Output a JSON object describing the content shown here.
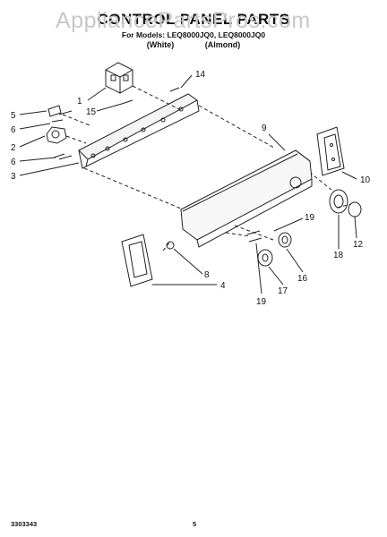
{
  "watermark": "AppliancePartsPros.com",
  "header": {
    "title": "CONTROL PANEL PARTS",
    "models": "For Models: LEQ8000JQ0, LEQ8000JQ0",
    "color1": "(White)",
    "color2": "(Almond)"
  },
  "callouts": [
    "1",
    "2",
    "3",
    "4",
    "5",
    "6",
    "6",
    "8",
    "9",
    "10",
    "12",
    "14",
    "15",
    "16",
    "17",
    "18",
    "19",
    "19"
  ],
  "footer": {
    "left": "3303343",
    "page": "5"
  }
}
